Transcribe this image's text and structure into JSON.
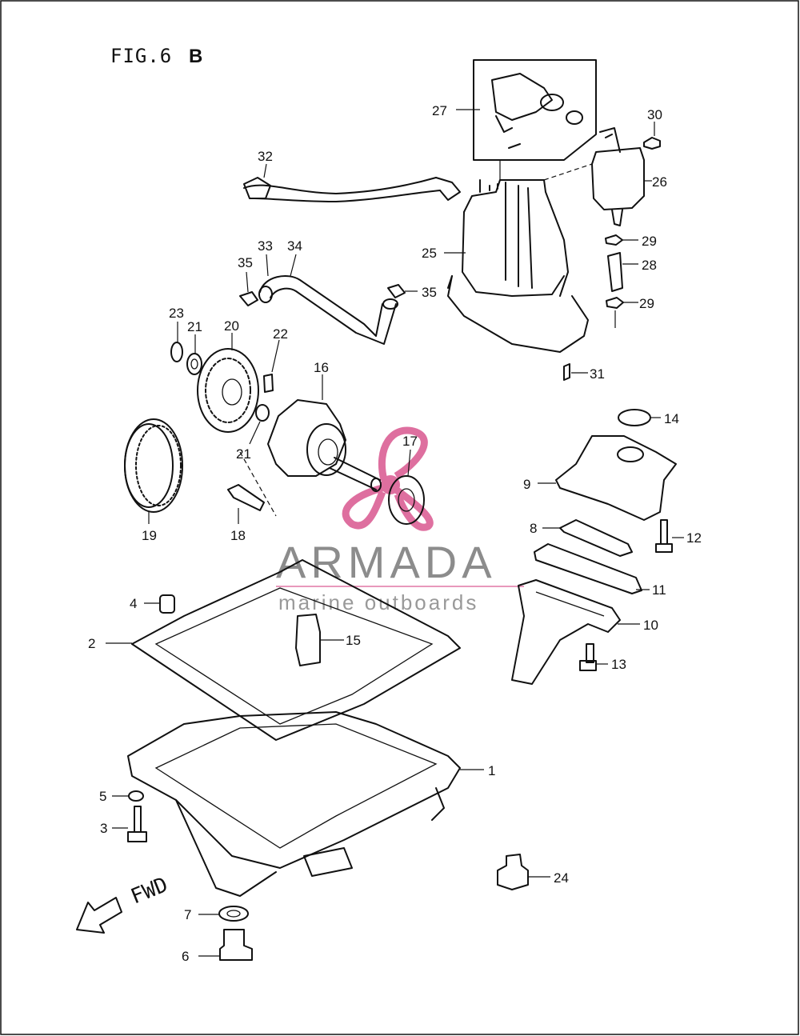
{
  "figure": {
    "title_prefix": "FIG.6",
    "title_suffix": "B"
  },
  "watermark": {
    "brand": "ARMADA",
    "tagline": "marine outboards",
    "logo_color": "#d9578f"
  },
  "direction_label": "FWD",
  "part_numbers": {
    "p1": "1",
    "p2": "2",
    "p3": "3",
    "p4": "4",
    "p5": "5",
    "p6": "6",
    "p7": "7",
    "p8": "8",
    "p9": "9",
    "p10": "10",
    "p11": "11",
    "p12": "12",
    "p13": "13",
    "p14": "14",
    "p15": "15",
    "p16": "16",
    "p17": "17",
    "p18": "18",
    "p19": "19",
    "p20": "20",
    "p21a": "21",
    "p21b": "21",
    "p22": "22",
    "p23": "23",
    "p24": "24",
    "p25": "25",
    "p26": "26",
    "p27": "27",
    "p28": "28",
    "p29a": "29",
    "p29b": "29",
    "p30": "30",
    "p31": "31",
    "p32": "32",
    "p33": "33",
    "p34": "34",
    "p35a": "35",
    "p35b": "35"
  }
}
